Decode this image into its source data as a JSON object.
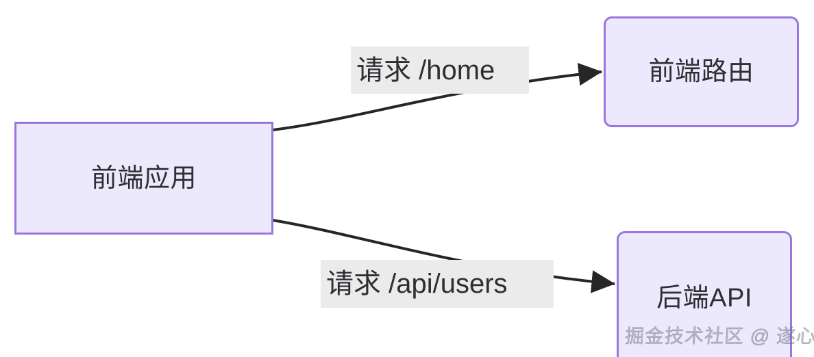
{
  "diagram": {
    "type": "flowchart",
    "direction": "left-to-right",
    "background_color": "#ffffff",
    "node_fill_color": "#ece9fd",
    "node_border_color": "#9a77e0",
    "edge_color": "#262626",
    "label_background_color": "#ebebeb",
    "text_color": "#2e2e33",
    "nodes": [
      {
        "id": "frontend-app",
        "label": "前端应用",
        "shape": "rectangle"
      },
      {
        "id": "frontend-router",
        "label": "前端路由",
        "shape": "rounded-rectangle"
      },
      {
        "id": "backend-api",
        "label": "后端API",
        "shape": "rounded-rectangle"
      }
    ],
    "edges": [
      {
        "id": "edge-home",
        "from": "frontend-app",
        "to": "frontend-router",
        "label": "请求 /home",
        "arrow": "end"
      },
      {
        "id": "edge-api-users",
        "from": "frontend-app",
        "to": "backend-api",
        "label": "请求 /api/users",
        "arrow": "end"
      }
    ]
  },
  "watermark": {
    "text": "掘金技术社区 @ 遂心_"
  }
}
